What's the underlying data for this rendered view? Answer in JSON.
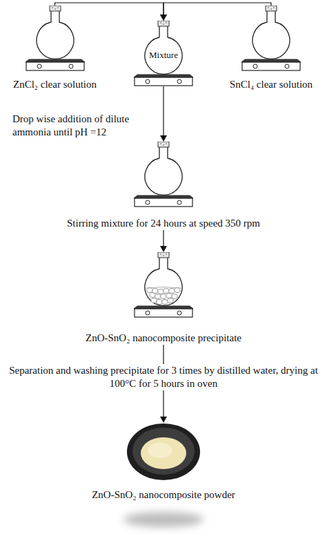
{
  "diagram": {
    "nodes": [
      {
        "text": [
          "ZnCl₂ clear solution"
        ]
      },
      {
        "text": [
          "Mixture"
        ]
      },
      {
        "text": [
          "SnCl₄ clear solution"
        ]
      },
      {
        "text": [
          "Stirring mixture for 24 hours at speed 350 rpm"
        ]
      },
      {
        "text": [
          "ZnO-SnO₂ nanocomposite precipitate"
        ]
      },
      {
        "text": [
          "ZnO-SnO₂ nanocomposite powder"
        ]
      }
    ],
    "edges": [
      {
        "from": 0,
        "to": 1,
        "arrow": "to"
      },
      {
        "from": 2,
        "to": 1,
        "arrow": "to"
      },
      {
        "from": 1,
        "to": 3,
        "label": "Drop wise addition of dilute ammonia until pH =12",
        "arrow": "to"
      },
      {
        "from": 3,
        "to": 4,
        "arrow": "to"
      },
      {
        "from": 4,
        "to": 5,
        "label": "Separation and washing precipitate for 3 times by distilled water, drying at 100°C for 5 hours in oven",
        "arrow": "to"
      }
    ]
  }
}
